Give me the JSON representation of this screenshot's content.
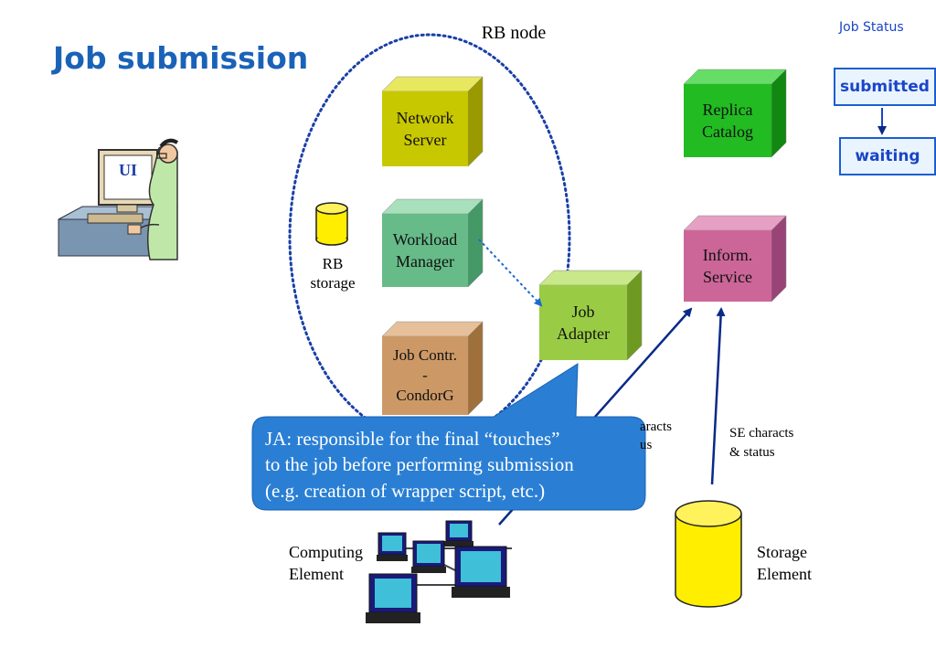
{
  "title": "Job submission",
  "rb_node_label": "RB node",
  "job_status": {
    "heading": "Job Status",
    "states": [
      "submitted",
      "waiting"
    ]
  },
  "ui_label": "UI",
  "rb_storage": {
    "line1": "RB",
    "line2": "storage"
  },
  "components": {
    "network_server": [
      "Network",
      "Server"
    ],
    "workload_manager": [
      "Workload",
      "Manager"
    ],
    "job_controller": [
      "Job Contr.",
      "-",
      "CondorG"
    ],
    "job_adapter": [
      "Job",
      "Adapter"
    ],
    "replica_catalog": [
      "Replica",
      "Catalog"
    ],
    "inform_service": [
      "Inform.",
      "Service"
    ]
  },
  "ce_status_partial": [
    "aracts",
    "us"
  ],
  "se_status": [
    "SE characts",
    "& status"
  ],
  "computing_element": [
    "Computing",
    "Element"
  ],
  "storage_element": [
    "Storage",
    "Element"
  ],
  "callout": [
    "JA: responsible for the final “touches”",
    "to the job before performing submission",
    "(e.g. creation of wrapper script, etc.)"
  ],
  "colors": {
    "title": "#1a62b8",
    "network_server": "#c8c800",
    "workload_manager": "#66bb88",
    "job_controller": "#cc9966",
    "job_adapter": "#99cc44",
    "replica_catalog": "#22bb22",
    "inform_service": "#cc6699",
    "callout": "#2a7fd4",
    "storage": "#ffee00"
  }
}
